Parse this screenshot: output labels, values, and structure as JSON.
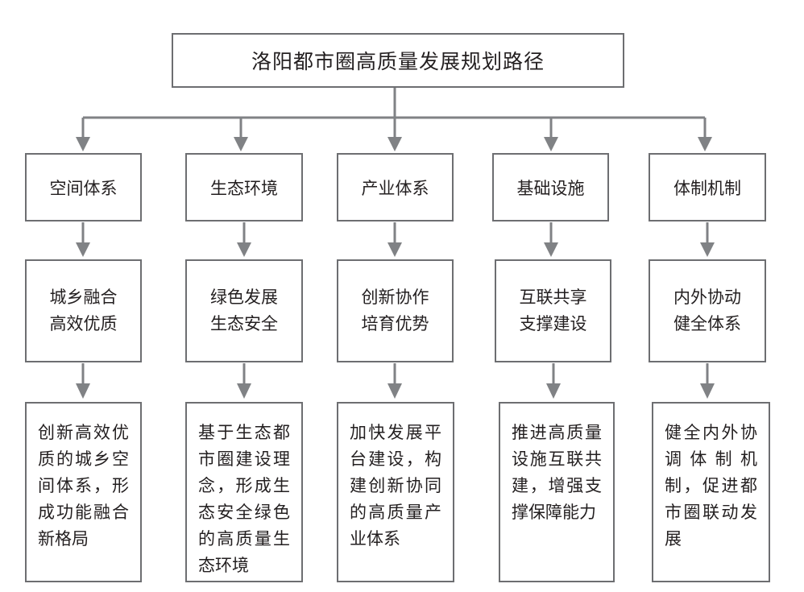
{
  "title": "洛阳都市圈高质量发展规划路径",
  "columns": [
    {
      "category": "空间体系",
      "goal_line1": "城乡融合",
      "goal_line2": "高效优质",
      "detail": "创新高效优质的城乡空间体系，形成功能融合新格局"
    },
    {
      "category": "生态环境",
      "goal_line1": "绿色发展",
      "goal_line2": "生态安全",
      "detail": "基于生态都市圈建设理念，形成生态安全绿色的高质量生态环境"
    },
    {
      "category": "产业体系",
      "goal_line1": "创新协作",
      "goal_line2": "培育优势",
      "detail": "加快发展平台建设，构建创新协同的高质量产业体系"
    },
    {
      "category": "基础设施",
      "goal_line1": "互联共享",
      "goal_line2": "支撑建设",
      "detail": "推进高质量设施互联共建，增强支撑保障能力"
    },
    {
      "category": "体制机制",
      "goal_line1": "内外协动",
      "goal_line2": "健全体系",
      "detail": "健全内外协调体制机制，促进都市圈联动发展"
    }
  ],
  "colors": {
    "border": "#6d6e71",
    "connector": "#808285",
    "text": "#231f20"
  }
}
